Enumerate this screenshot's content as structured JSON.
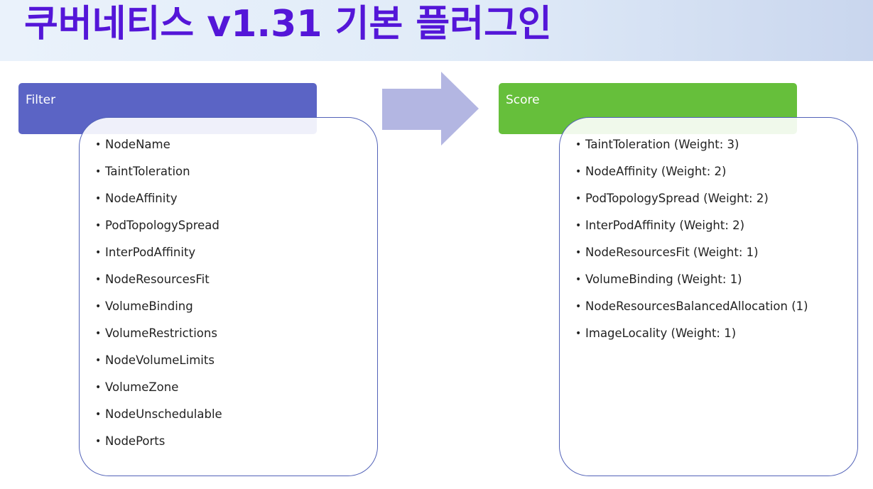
{
  "title": "쿠버네티스 v1.31 기본 플러그인",
  "filter": {
    "header": "Filter",
    "items": [
      "NodeName",
      "TaintToleration",
      "NodeAffinity",
      "PodTopologySpread",
      "InterPodAffinity",
      "NodeResourcesFit",
      "VolumeBinding",
      "VolumeRestrictions",
      "NodeVolumeLimits",
      "VolumeZone",
      "NodeUnschedulable",
      "NodePorts"
    ]
  },
  "score": {
    "header": "Score",
    "items": [
      "TaintToleration (Weight: 3)",
      "NodeAffinity (Weight: 2)",
      "PodTopologySpread (Weight: 2)",
      "InterPodAffinity (Weight: 2)",
      "NodeResourcesFit (Weight: 1)",
      "VolumeBinding (Weight: 1)",
      "NodeResourcesBalancedAllocation (1)",
      "ImageLocality (Weight: 1)"
    ]
  },
  "colors": {
    "title": "#5416d8",
    "filter_header": "#5b64c5",
    "score_header": "#66bf3b",
    "arrow": "#b3b6e2",
    "card_border": "#5262b8"
  },
  "icons": {
    "arrow": "right-arrow-icon",
    "bullet": "bullet-dot"
  }
}
